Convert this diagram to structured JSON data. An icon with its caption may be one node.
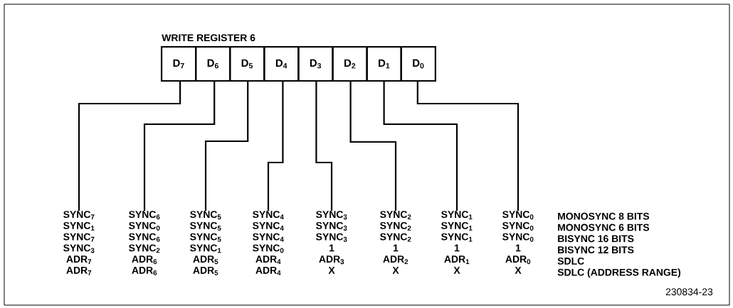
{
  "diagram": {
    "title": "WRITE REGISTER 6",
    "nodes": [
      {
        "text": [
          "D$_{7}$"
        ]
      },
      {
        "text": [
          "D$_{6}$"
        ]
      },
      {
        "text": [
          "D$_{5}$"
        ]
      },
      {
        "text": [
          "D$_{4}$"
        ]
      },
      {
        "text": [
          "D$_{3}$"
        ]
      },
      {
        "text": [
          "D$_{2}$"
        ]
      },
      {
        "text": [
          "D$_{1}$"
        ]
      },
      {
        "text": [
          "D$_{0}$"
        ]
      },
      {
        "text": [
          "SYNC$_{7}$",
          "SYNC$_{1}$",
          "SYNC$_{7}$",
          "SYNC$_{3}$",
          "ADR$_{7}$",
          "ADR$_{7}$"
        ]
      },
      {
        "text": [
          "SYNC$_{6}$",
          "SYNC$_{0}$",
          "SYNC$_{6}$",
          "SYNC$_{2}$",
          "ADR$_{6}$",
          "ADR$_{6}$"
        ]
      },
      {
        "text": [
          "SYNC$_{5}$",
          "SYNC$_{5}$",
          "SYNC$_{5}$",
          "SYNC$_{1}$",
          "ADR$_{5}$",
          "ADR$_{5}$"
        ]
      },
      {
        "text": [
          "SYNC$_{4}$",
          "SYNC$_{4}$",
          "SYNC$_{4}$",
          "SYNC$_{0}$",
          "ADR$_{4}$",
          "ADR$_{4}$"
        ]
      },
      {
        "text": [
          "SYNC$_{3}$",
          "SYNC$_{3}$",
          "SYNC$_{3}$",
          "1",
          "ADR$_{3}$",
          "X"
        ]
      },
      {
        "text": [
          "SYNC$_{2}$",
          "SYNC$_{2}$",
          "SYNC$_{2}$",
          "1",
          "ADR$_{2}$",
          "X"
        ]
      },
      {
        "text": [
          "SYNC$_{1}$",
          "SYNC$_{1}$",
          "SYNC$_{1}$",
          "1",
          "ADR$_{1}$",
          "X"
        ]
      },
      {
        "text": [
          "SYNC$_{0}$",
          "SYNC$_{0}$",
          "SYNC$_{0}$",
          "1",
          "ADR$_{0}$",
          "X"
        ]
      }
    ],
    "edges": [
      {
        "from": 0,
        "to": 8,
        "arrow": "none"
      },
      {
        "from": 1,
        "to": 9,
        "arrow": "none"
      },
      {
        "from": 2,
        "to": 10,
        "arrow": "none"
      },
      {
        "from": 3,
        "to": 11,
        "arrow": "none"
      },
      {
        "from": 4,
        "to": 12,
        "arrow": "none"
      },
      {
        "from": 5,
        "to": 13,
        "arrow": "none"
      },
      {
        "from": 6,
        "to": 14,
        "arrow": "none"
      },
      {
        "from": 7,
        "to": 15,
        "arrow": "none"
      }
    ],
    "labels": [
      "MONOSYNC 8 BITS",
      "MONOSYNC 6 BITS",
      "BISYNC 16 BITS",
      "BISYNC 12 BITS",
      "SDLC",
      "SDLC (ADDRESS RANGE)",
      "230834-23"
    ]
  }
}
